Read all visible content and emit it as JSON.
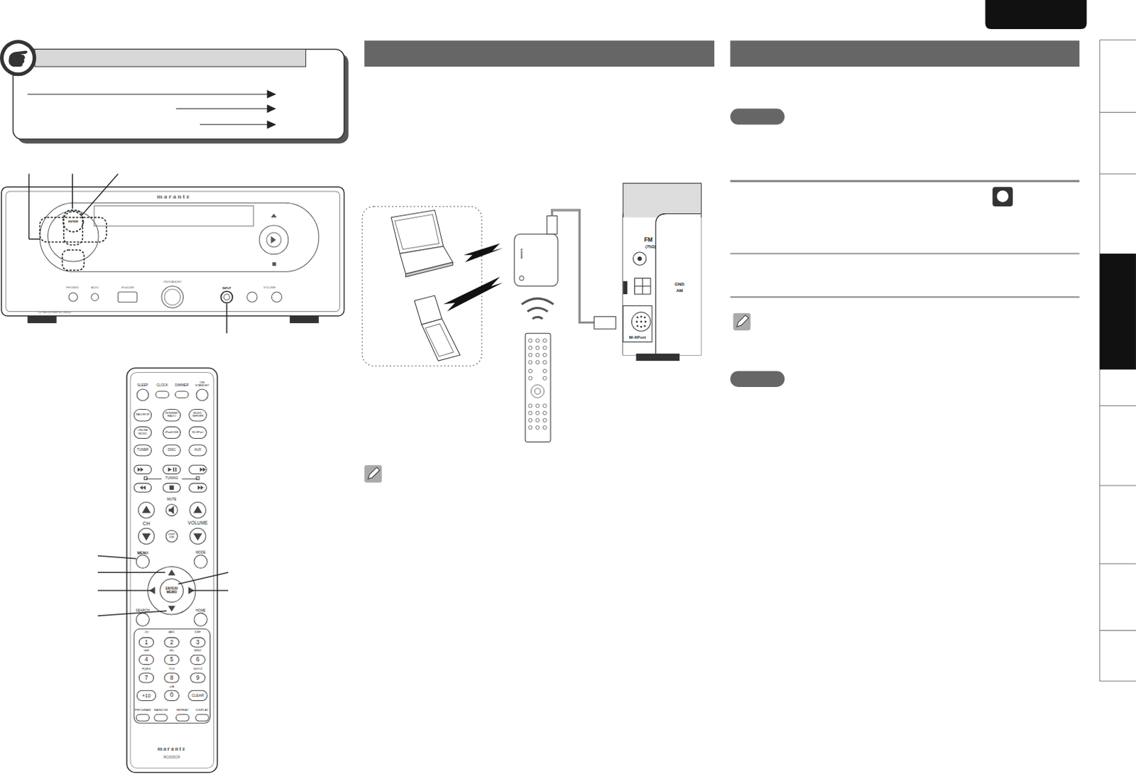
{
  "diagram": {
    "labels": [
      "marantz",
      "ENTER",
      "PHONES",
      "AUX1",
      "iPod/USB",
      "ON/STANDBY",
      "INPUT",
      "VOLUME",
      "CD RECEIVER M-CR603",
      "FM",
      "(75Ω)",
      "GND",
      "AM",
      "M-XPort",
      "marantz",
      "SLEEP",
      "CLOCK",
      "DIMMER",
      "ON/ STANDBY",
      "FAVORITE",
      "INTERNET RADIO",
      "MUSIC SERVER",
      "ONLINE MUSIC",
      "iPod/USB",
      "M-XPort",
      "TUNER",
      "DISC",
      "AUX",
      "TUNING",
      "MUTE",
      "CH",
      "VOLUME",
      "DISP/ DIM",
      "MENU",
      "MODE",
      "ENTER/ MEMO",
      "SEARCH",
      "HOME",
      ".@/",
      "ABC",
      "DEF",
      "1",
      "2",
      "3",
      "GHI",
      "JKL",
      "MNO",
      "4",
      "5",
      "6",
      "PQRS",
      "TUV",
      "WXYZ",
      "7",
      "8",
      "9",
      "a/A",
      "+10",
      "0",
      "CLEAR",
      "PROGRAM",
      "RANDOM",
      "REPEAT",
      "DISPLAY",
      "marantz",
      "RC005CR"
    ]
  }
}
